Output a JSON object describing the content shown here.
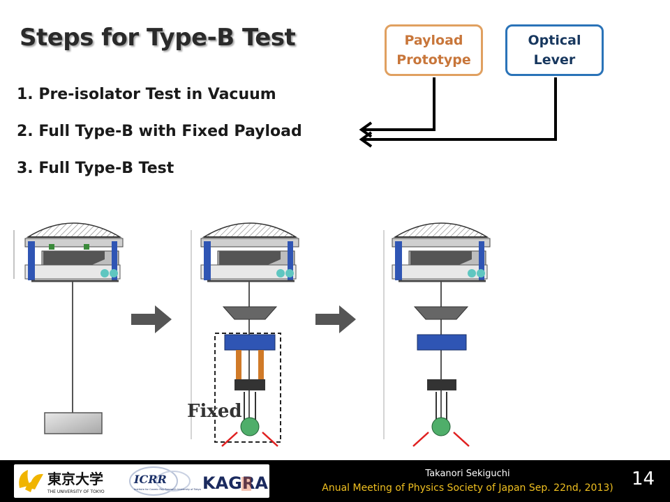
{
  "slide": {
    "title": "Steps for Type-B Test",
    "steps": [
      "1. Pre-isolator Test in Vacuum",
      "2. Full Type-B with Fixed Payload",
      "3. Full Type-B Test"
    ]
  },
  "boxes": {
    "payload": {
      "line1": "Payload",
      "line2": "Prototype",
      "color": "#c8763a"
    },
    "optical": {
      "line1": "Optical",
      "line2": "Lever",
      "color": "#17375e"
    }
  },
  "diagram": {
    "fixed_label": "Fixed"
  },
  "footer": {
    "author": "Takanori Sekiguchi",
    "meeting": "Anual Meeting of Physics Society of Japan Sep. 22nd, 2013)",
    "page_number": "14",
    "logos": {
      "utokyo_kanji": "東京大学",
      "utokyo_english": "THE UNIVERSITY OF TOKYO",
      "icrr": "ICRR",
      "icrr_sub": "Institute for Cosmic Ray Research University of Tokyo",
      "kagra": "KAGRA"
    }
  },
  "colors": {
    "accent_orange": "#e0a060",
    "accent_blue": "#2a73b8",
    "footer_bg": "#000000",
    "meeting_text": "#f0c020"
  }
}
